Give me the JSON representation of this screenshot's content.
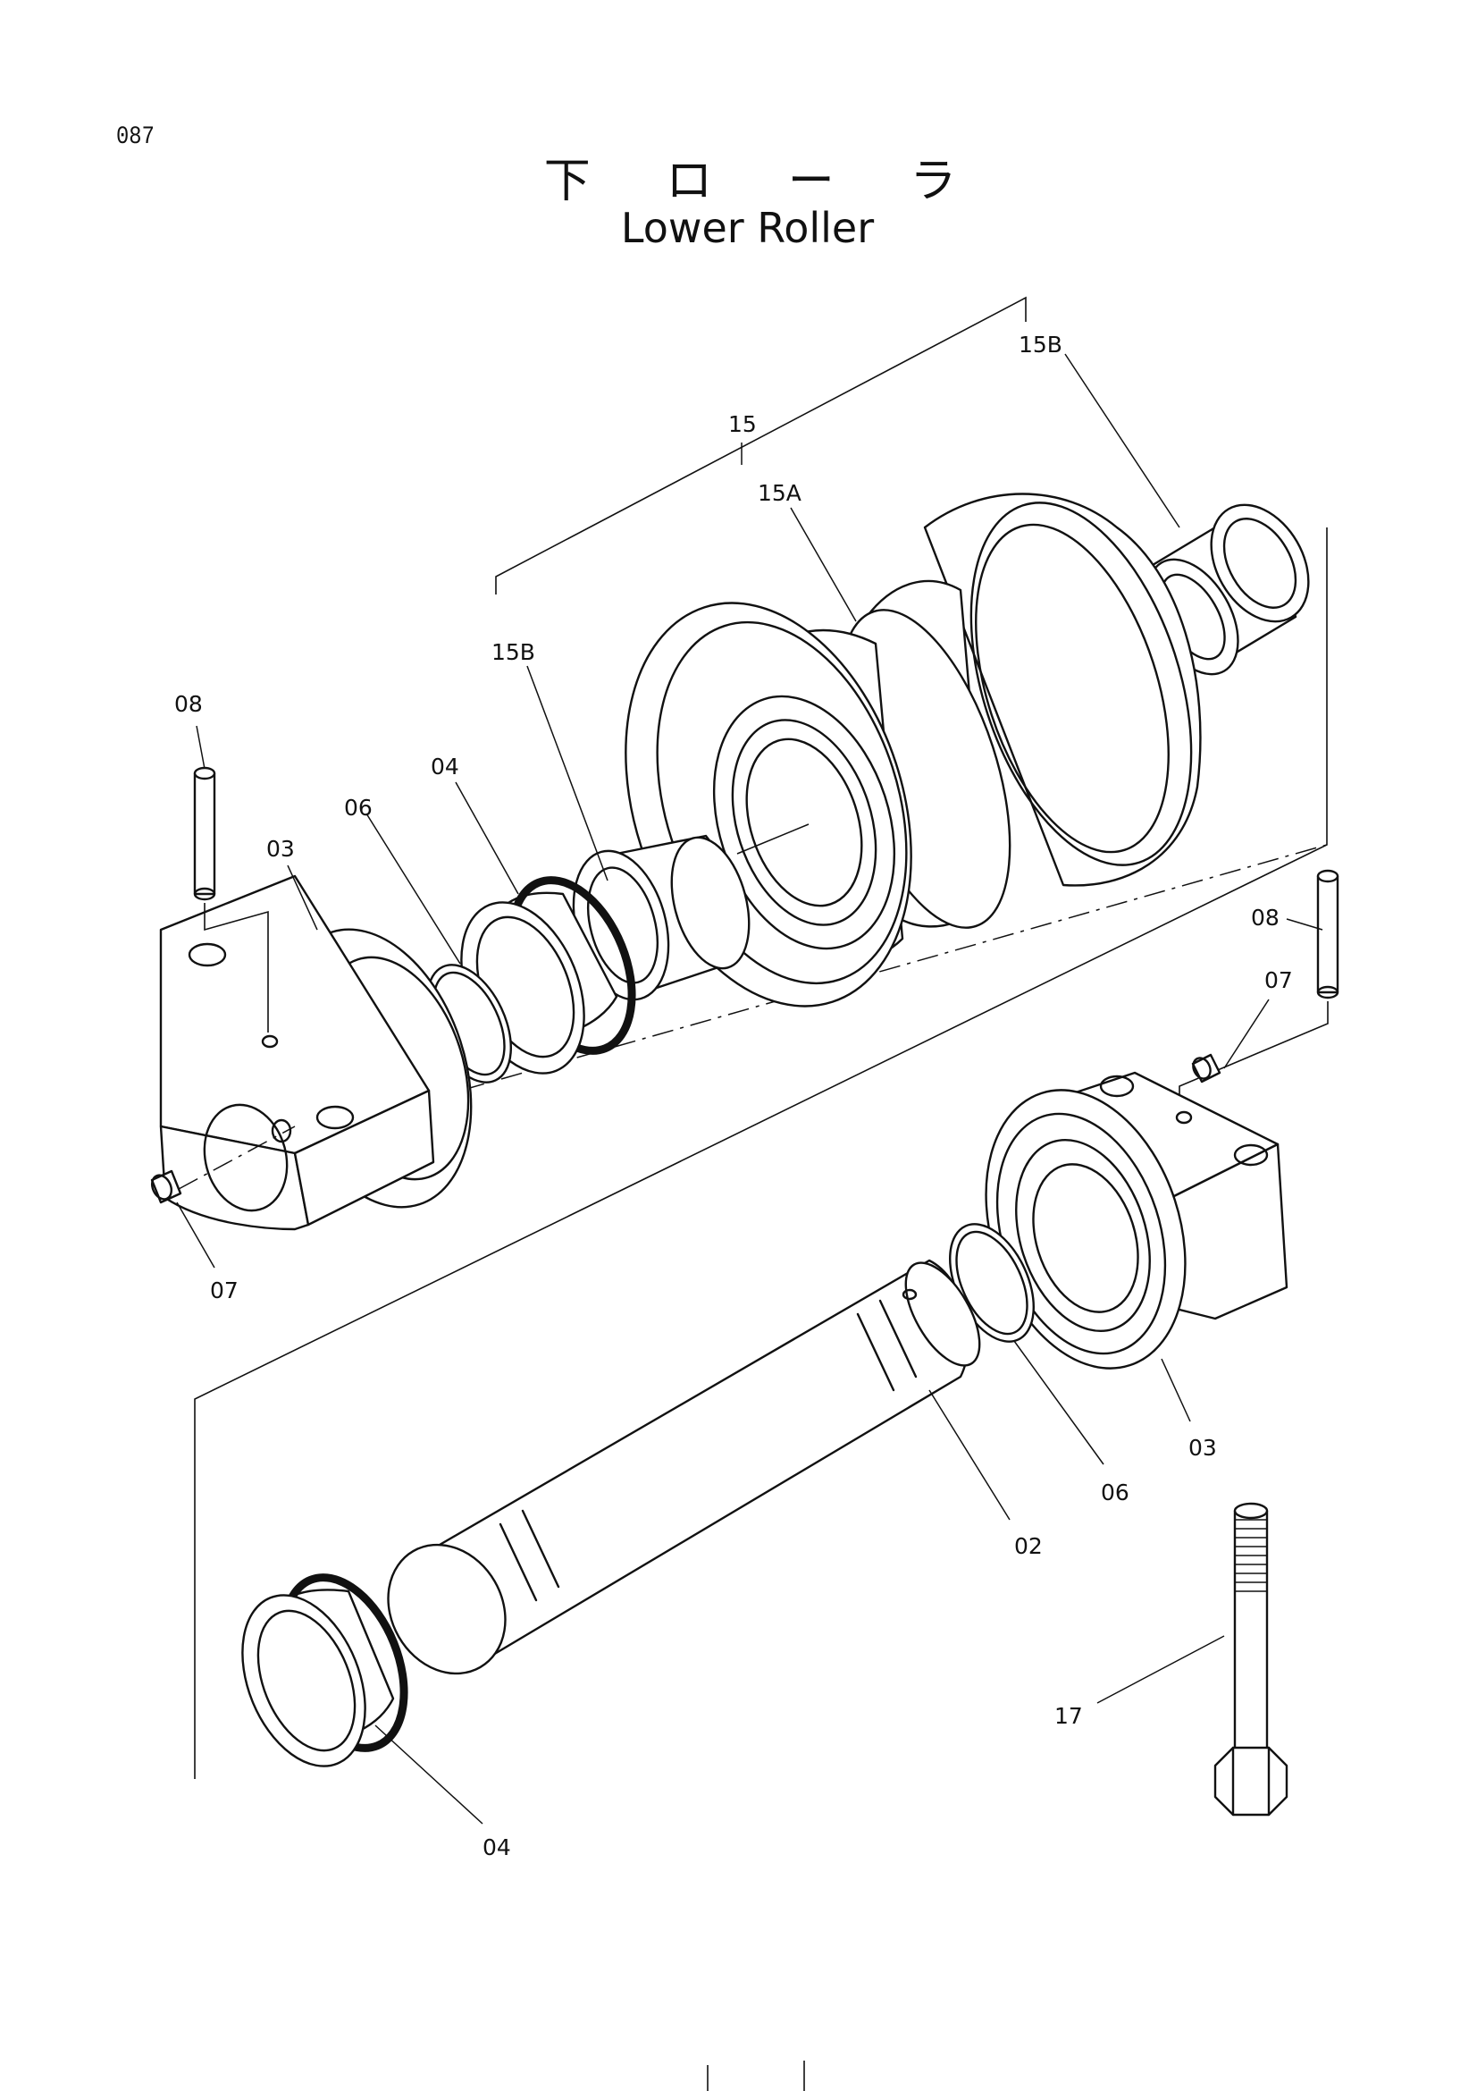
{
  "page_number": "087",
  "title_jp": "下 ロ ー ラ",
  "title_en": "Lower Roller",
  "labels": {
    "l15b_top": "15B",
    "l15": "15",
    "l15a": "15A",
    "l15b_left": "15B",
    "l08_left": "08",
    "l04_top": "04",
    "l06_left": "06",
    "l03_left": "03",
    "l07_left": "07",
    "l08_right": "08",
    "l07_right": "07",
    "l03_right": "03",
    "l06_right": "06",
    "l02": "02",
    "l17": "17",
    "l04_bottom": "04"
  }
}
